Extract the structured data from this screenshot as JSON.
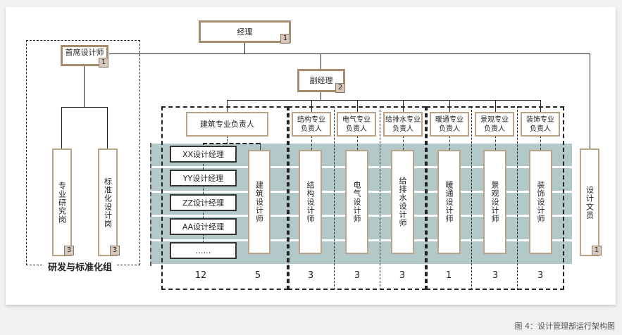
{
  "caption": "图 4：设计管理部运行架构图",
  "colors": {
    "box_border": "#b9a489",
    "badge_fill": "#d8c8bc",
    "band_fill": "#b3c8c8"
  },
  "manager": {
    "label": "经理",
    "count": "1"
  },
  "deputy_manager": {
    "label": "副经理",
    "count": "2"
  },
  "chief_designer": {
    "label": "首席设计师",
    "count": "1"
  },
  "rd_group": {
    "label": "研发与标准化组",
    "roles": [
      {
        "label": "专业研究岗",
        "count": "3"
      },
      {
        "label": "标准化设计岗",
        "count": "3"
      }
    ]
  },
  "design_clerk": {
    "label": "设计文员",
    "count": "1"
  },
  "architecture": {
    "lead": "建筑专业负责人",
    "managers": [
      "XX设计经理",
      "YY设计经理",
      "ZZ设计经理",
      "AA设计经理",
      "……"
    ],
    "designer": "建筑设计师",
    "manager_count": "12",
    "designer_count": "5"
  },
  "disciplines": [
    {
      "lead": "结构专业负责人",
      "designer": "结构设计师",
      "count": "3"
    },
    {
      "lead": "电气专业负责人",
      "designer": "电气设计师",
      "count": "3"
    },
    {
      "lead": "给排水专业负责人",
      "designer": "给排水设计师",
      "count": "3"
    },
    {
      "lead": "暖通专业负责人",
      "designer": "暖通设计师",
      "count": "1"
    },
    {
      "lead": "景观专业负责人",
      "designer": "景观设计师",
      "count": "3"
    },
    {
      "lead": "装饰专业负责人",
      "designer": "装饰设计师",
      "count": "3"
    }
  ]
}
